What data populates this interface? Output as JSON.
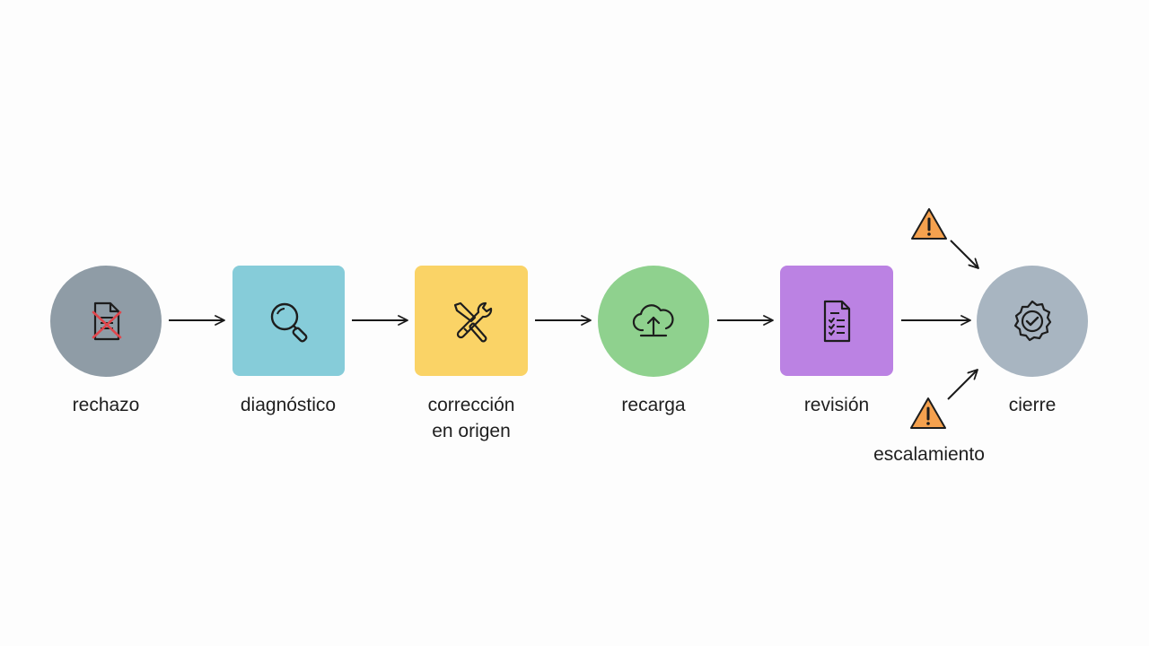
{
  "diagram": {
    "steps": [
      {
        "id": "rechazo",
        "label": "rechazo",
        "icon": "rejected-document-icon",
        "shape": "circle",
        "color": "#8f9ca6"
      },
      {
        "id": "diagnostico",
        "label": "diagnóstico",
        "icon": "magnifier-icon",
        "shape": "square",
        "color": "#86ccd9"
      },
      {
        "id": "correccion",
        "label": "corrección\nen origen",
        "icon": "tools-icon",
        "shape": "square",
        "color": "#fad366"
      },
      {
        "id": "recarga",
        "label": "recarga",
        "icon": "cloud-upload-icon",
        "shape": "circle",
        "color": "#8fd18e"
      },
      {
        "id": "revision",
        "label": "revisión",
        "icon": "checklist-icon",
        "shape": "square",
        "color": "#bb82e3"
      },
      {
        "id": "cierre",
        "label": "cierre",
        "icon": "verified-badge-icon",
        "shape": "circle",
        "color": "#a8b5c1"
      }
    ],
    "escalation": {
      "label": "escalamiento",
      "icon": "warning-icon",
      "color": "#f5a14e"
    }
  }
}
